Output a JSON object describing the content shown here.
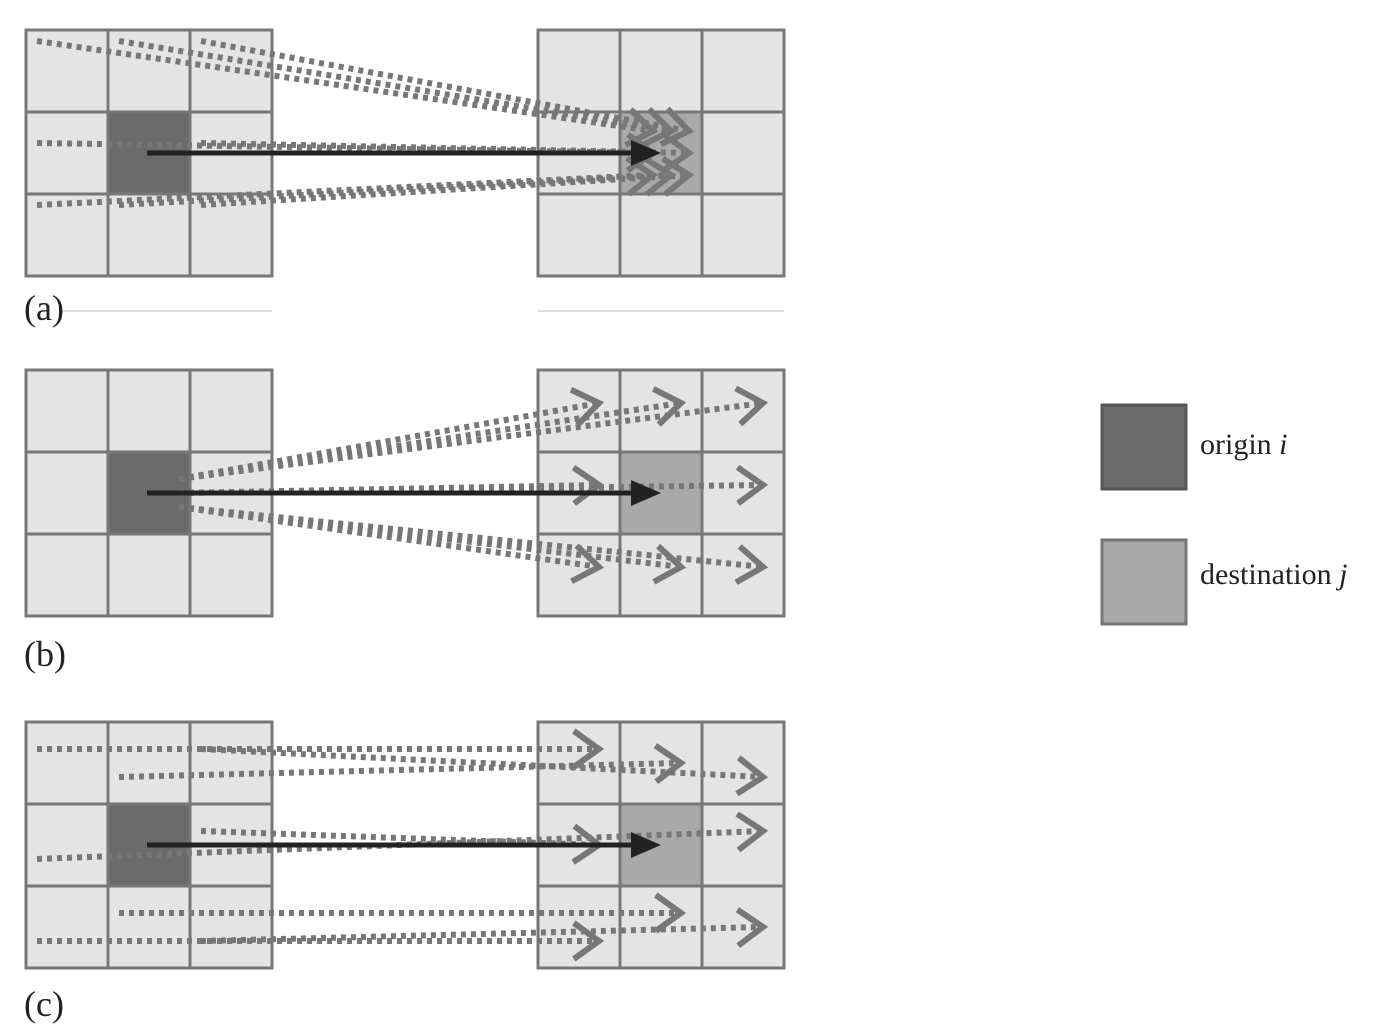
{
  "panels": [
    {
      "label": "(a)",
      "flow": "neighbours-to-destination"
    },
    {
      "label": "(b)",
      "flow": "origin-to-neighbours"
    },
    {
      "label": "(c)",
      "flow": "neighbours-to-neighbours"
    }
  ],
  "legend": {
    "origin": {
      "text": "origin ",
      "var": "i",
      "color": "#6b6b6b"
    },
    "destination": {
      "text": "destination ",
      "var": "j",
      "color": "#a9a9a9"
    }
  },
  "colors": {
    "cell": "#e4e4e4",
    "cell_border": "#777777",
    "dotted": "#777777",
    "main_arrow": "#222222"
  }
}
